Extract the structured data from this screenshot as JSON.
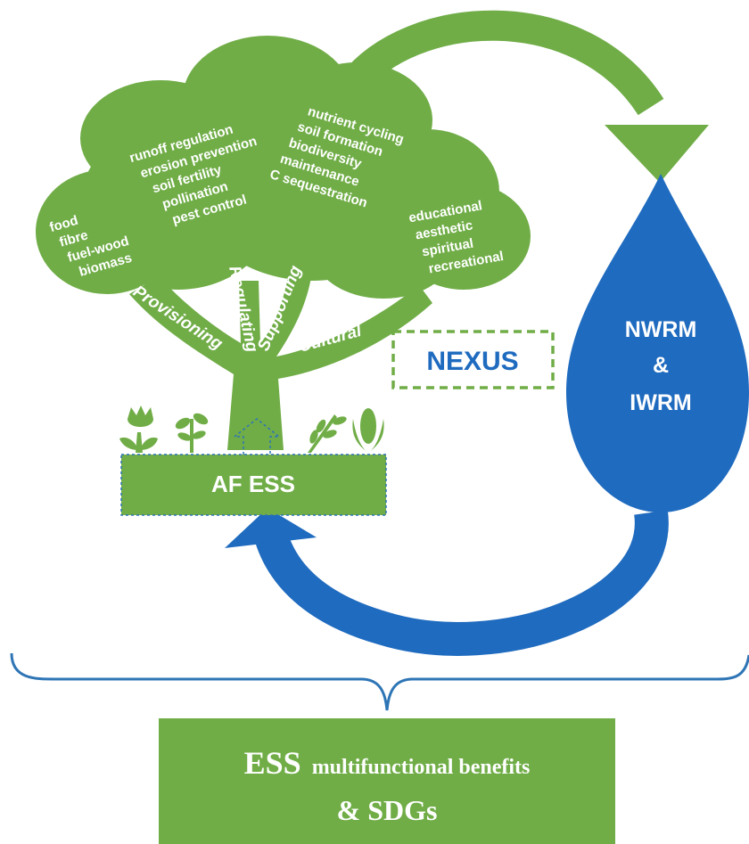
{
  "tree": {
    "provisioning_items": [
      "food",
      "fibre",
      "fuel-wood",
      "biomass"
    ],
    "regulating_items": [
      "runoff regulation",
      "erosion prevention",
      "soil fertility",
      "pollination",
      "pest control"
    ],
    "supporting_items": [
      "nutrient cycling",
      "soil formation",
      "biodiversity",
      "maintenance",
      "C sequestration"
    ],
    "cultural_items": [
      "educational",
      "aesthetic",
      "spiritual",
      "recreational"
    ],
    "branches": {
      "provisioning": "Provisioning",
      "regulating": "Regulating",
      "supporting": "Supporting",
      "cultural": "Cultural"
    },
    "base_label": "AF ESS"
  },
  "nexus": {
    "label": "NEXUS"
  },
  "drop": {
    "line1": "NWRM",
    "line2": "&",
    "line3": "IWRM"
  },
  "benefits": {
    "line1_big": "ESS",
    "line1_small": "multifunctional benefits",
    "line2": "& SDGs"
  },
  "colors": {
    "green": "#70ad47",
    "blue": "#1f6bbf",
    "dark_blue": "#2e75b6"
  }
}
